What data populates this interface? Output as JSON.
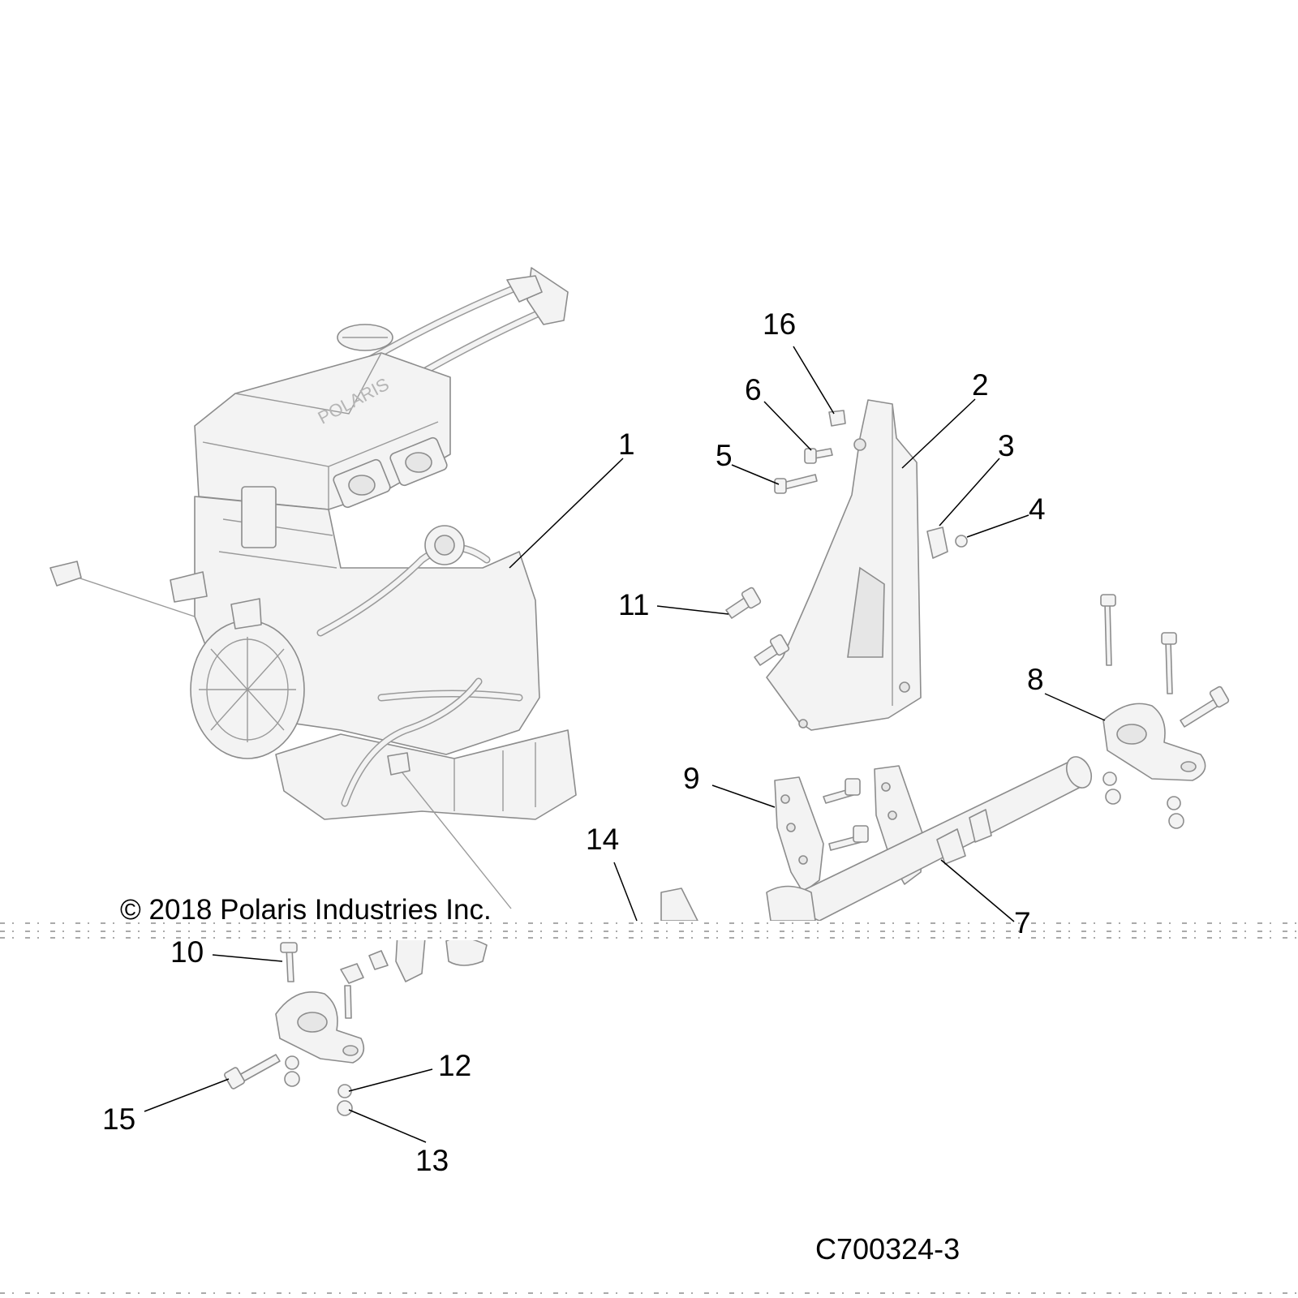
{
  "diagram": {
    "copyright": "© 2018 Polaris Industries Inc.",
    "drawing_id": "C700324-3",
    "engine_brand_mark": "POLARIS",
    "callouts": [
      {
        "id": "1",
        "label": "1"
      },
      {
        "id": "2",
        "label": "2"
      },
      {
        "id": "3",
        "label": "3"
      },
      {
        "id": "4",
        "label": "4"
      },
      {
        "id": "5",
        "label": "5"
      },
      {
        "id": "6",
        "label": "6"
      },
      {
        "id": "7",
        "label": "7"
      },
      {
        "id": "8",
        "label": "8"
      },
      {
        "id": "9",
        "label": "9"
      },
      {
        "id": "10",
        "label": "10"
      },
      {
        "id": "11",
        "label": "11"
      },
      {
        "id": "12",
        "label": "12"
      },
      {
        "id": "13",
        "label": "13"
      },
      {
        "id": "14",
        "label": "14"
      },
      {
        "id": "15",
        "label": "15"
      },
      {
        "id": "16",
        "label": "16"
      }
    ]
  }
}
